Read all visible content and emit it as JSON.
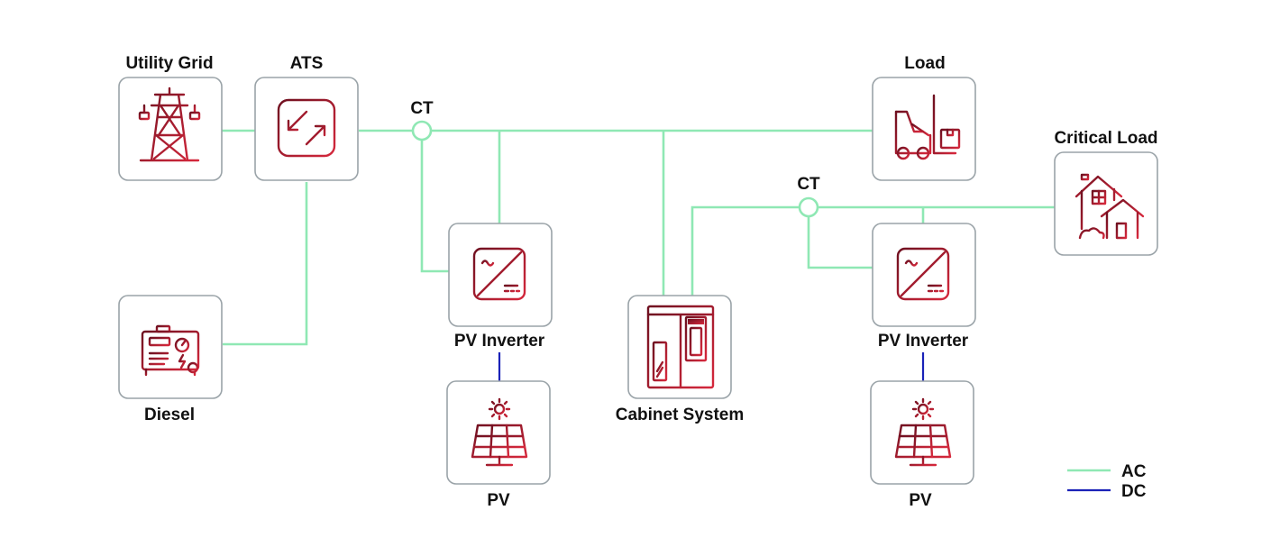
{
  "nodes": {
    "utility_grid": "Utility Grid",
    "ats": "ATS",
    "load": "Load",
    "critical_load": "Critical Load",
    "diesel": "Diesel",
    "pv_inverter_1": "PV Inverter",
    "pv_inverter_2": "PV Inverter",
    "cabinet_system": "Cabinet System",
    "pv_1": "PV",
    "pv_2": "PV",
    "ct_1": "CT",
    "ct_2": "CT"
  },
  "legend": {
    "ac": "AC",
    "dc": "DC"
  },
  "colors": {
    "ac_line": "#8fe8b4",
    "dc_line": "#1a22b8",
    "icon_dark": "#6e1020",
    "icon_light": "#d6283c",
    "box_border": "#9aa3a8"
  },
  "icons": {
    "utility_grid": "transmission-tower-icon",
    "ats": "transfer-switch-icon",
    "load": "forklift-icon",
    "critical_load": "house-icon",
    "diesel": "generator-icon",
    "pv_inverter": "inverter-icon",
    "cabinet_system": "battery-cabinet-icon",
    "pv": "solar-panel-icon"
  }
}
